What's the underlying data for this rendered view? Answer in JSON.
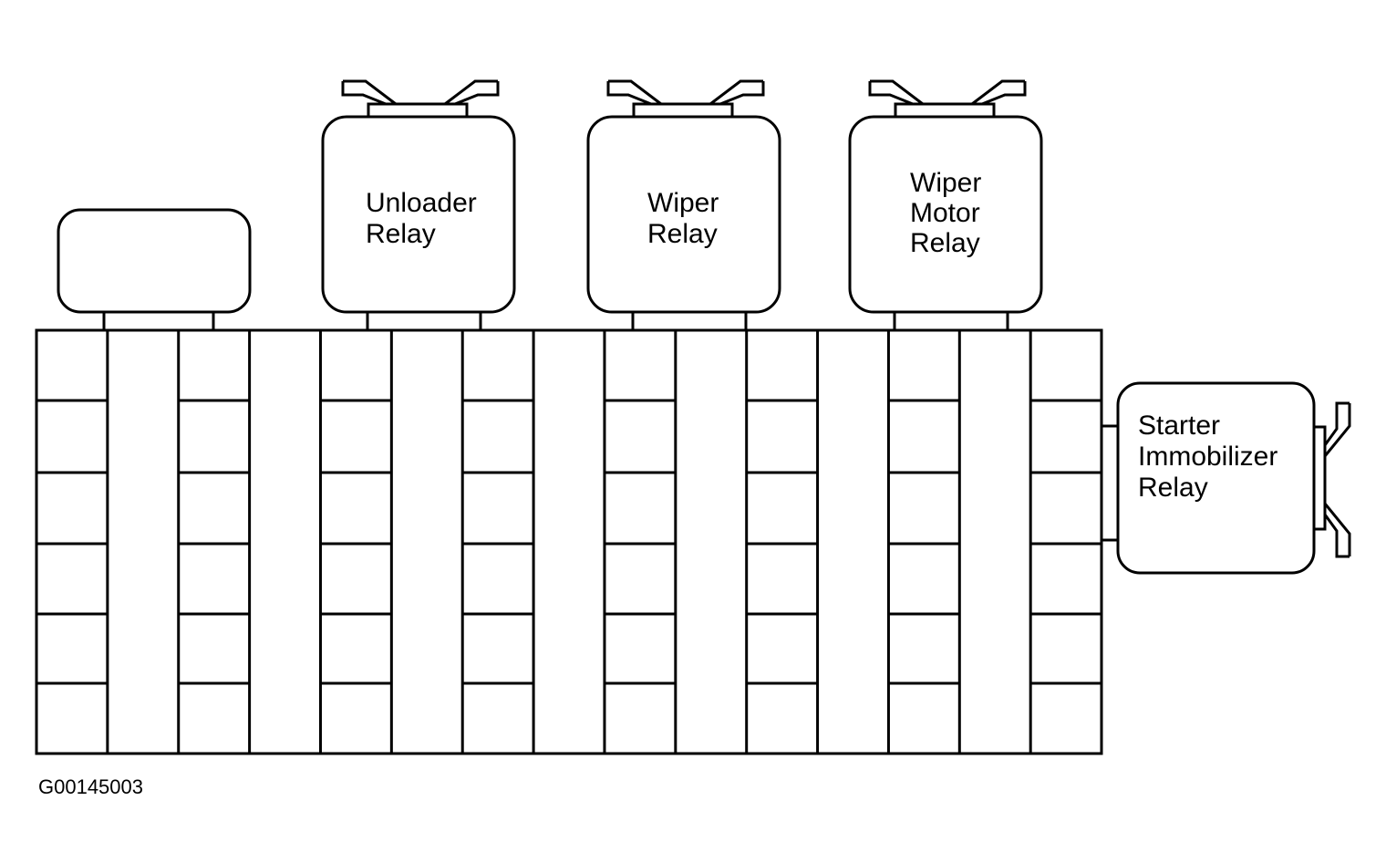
{
  "relays": {
    "unloader": {
      "line1": "Unloader",
      "line2": "Relay"
    },
    "wiper": {
      "line1": "Wiper",
      "line2": "Relay"
    },
    "wiper_motor": {
      "line1": "Wiper",
      "line2": "Motor",
      "line3": "Relay"
    },
    "starter_immobilizer": {
      "line1": "Starter",
      "line2": "Immobilizer",
      "line3": "Relay"
    }
  },
  "figure_code": "G00145003"
}
